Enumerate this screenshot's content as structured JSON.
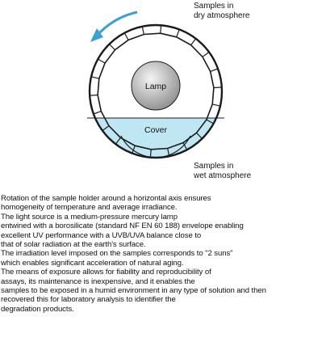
{
  "colors": {
    "ring": "#1b1b1b",
    "water": "#bfe6f3",
    "lamp_light": "#f4f4f4",
    "lamp_dark": "#8d8d8d",
    "arrow": "#3aa0d8"
  },
  "diagram": {
    "label_dry_line1": "Samples in",
    "label_dry_line2": "dry atmosphere",
    "lamp_label": "Lamp",
    "cover_label": "Cover",
    "label_wet_line1": "Samples in",
    "label_wet_line2": "wet atmosphere",
    "rotation_arrow_icon": "curved-arrow-counterclockwise"
  },
  "description_lines": [
    "Rotation of the sample holder around a horizontal axis ensures",
    "homogeneity of temperature and average irradiance.",
    "The light source is a medium-pressure mercury lamp",
    "entwined with a borosilicate (standard NF EN 60 188) envelope enabling",
    "excellent UV performance with a UVB/UVA balance close to",
    "that of solar radiation at the earth's surface.",
    "The irradiation level imposed on the samples corresponds to \"2 suns\"",
    "which enables significant acceleration of natural aging.",
    "The means of exposure allows for fiability and reproducibility of",
    "assays, its maintenance is inexpensive, and it enables the",
    "samples to be exposed in a humid environment in any type of solution and then",
    "recovered this for laboratory analysis to identifier the",
    "degradation products."
  ]
}
